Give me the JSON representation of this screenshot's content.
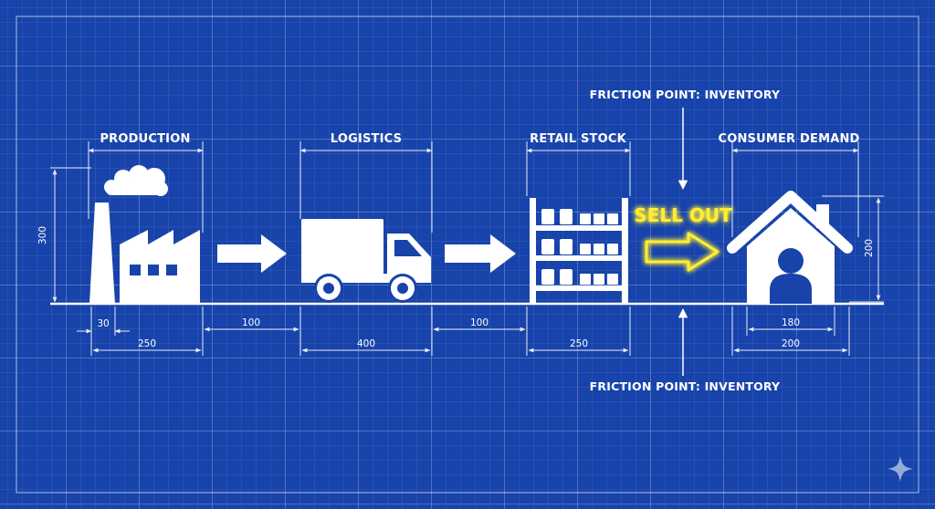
{
  "stages": [
    {
      "id": "production",
      "label": "PRODUCTION",
      "icon": "factory-icon"
    },
    {
      "id": "logistics",
      "label": "LOGISTICS",
      "icon": "truck-icon"
    },
    {
      "id": "retail",
      "label": "RETAIL STOCK",
      "icon": "shelves-icon"
    },
    {
      "id": "consumer",
      "label": "CONSUMER DEMAND",
      "icon": "house-person-icon"
    }
  ],
  "sell_out": {
    "label": "SELL OUT",
    "color": "#ffee33"
  },
  "friction_top": "FRICTION POINT: INVENTORY",
  "friction_bottom": "FRICTION POINT: INVENTORY",
  "dimensions": {
    "factory_height": "300",
    "chimney_width": "30",
    "factory_width": "250",
    "gap_1": "100",
    "truck_width": "400",
    "gap_2": "100",
    "shelves_width": "250",
    "house_inner_width": "180",
    "house_width": "200",
    "house_height": "200"
  },
  "colors": {
    "background": "#1743ab",
    "line": "#ffffff",
    "highlight": "#ffee33"
  }
}
